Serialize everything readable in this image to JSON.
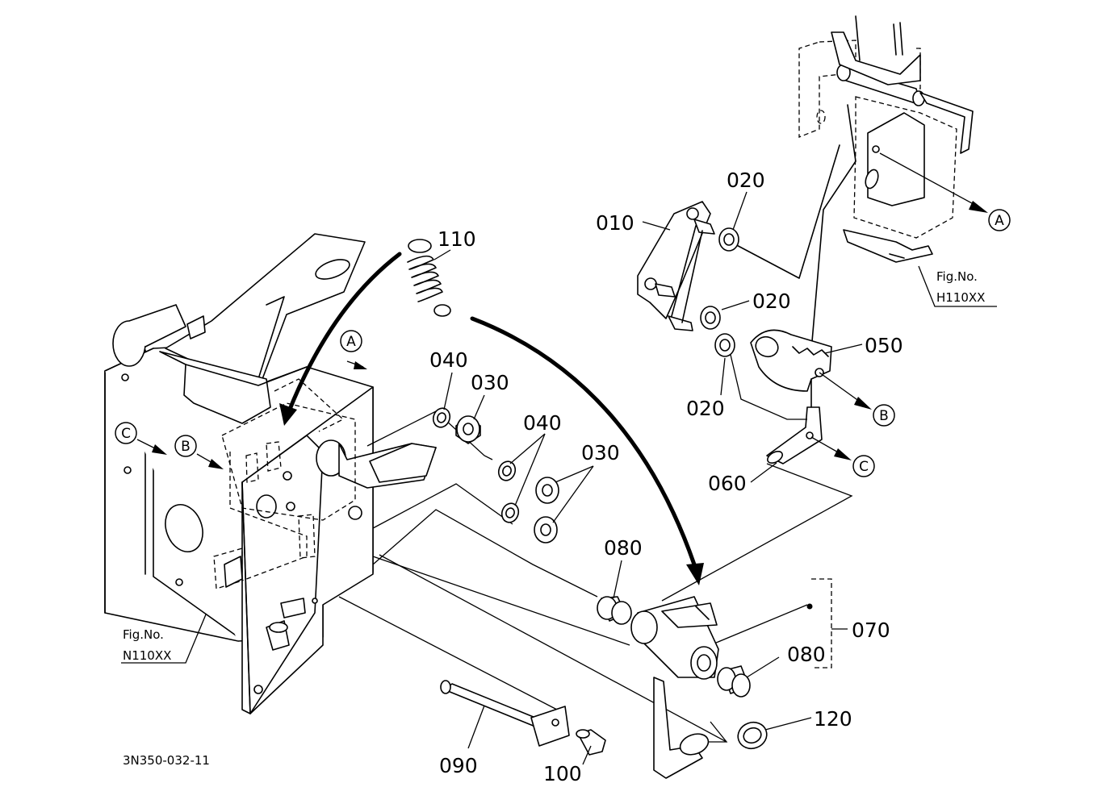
{
  "parts": {
    "p010": "010",
    "p020a": "020",
    "p020b": "020",
    "p020c": "020",
    "p030a": "030",
    "p030b": "030",
    "p040a": "040",
    "p040b": "040",
    "p050": "050",
    "p060": "060",
    "p070": "070",
    "p080a": "080",
    "p080b": "080",
    "p090": "090",
    "p100": "100",
    "p110": "110",
    "p120": "120"
  },
  "refs": {
    "A": "A",
    "B": "B",
    "C": "C"
  },
  "figrefs": {
    "left_line1": "Fig.No.",
    "left_line2": "N110XX",
    "right_line1": "Fig.No.",
    "right_line2": "H110XX"
  },
  "diagram_code": "3N350-032-11"
}
